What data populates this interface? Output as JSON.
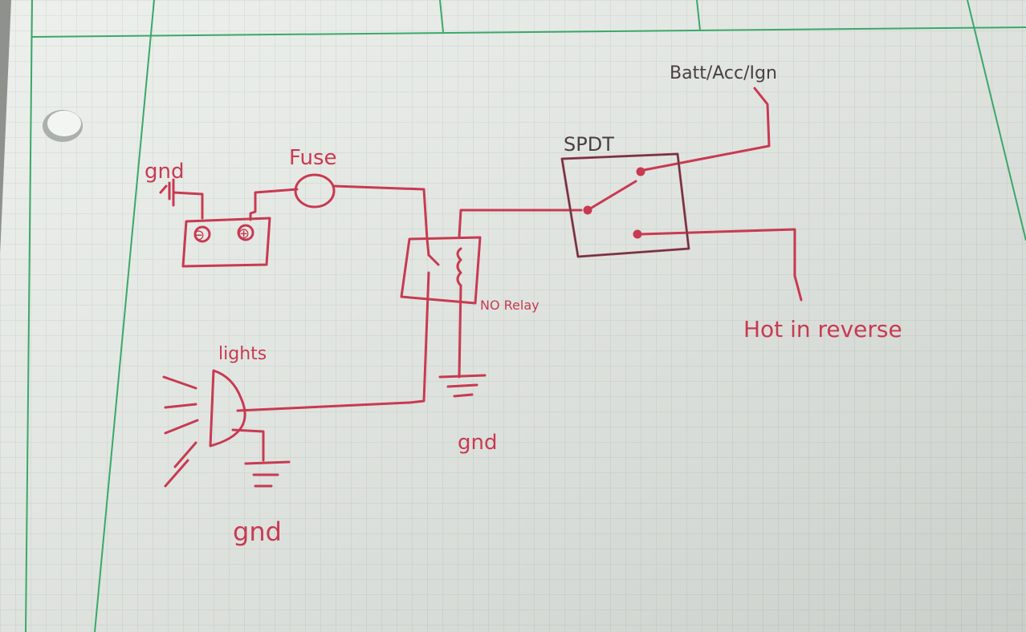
{
  "labels": {
    "ground_top_left": "gnd",
    "fuse": "Fuse",
    "battery_negative": "⊖",
    "battery_positive": "⊕",
    "relay": "NO Relay",
    "relay_ground": "gnd",
    "lights": "lights",
    "lights_ground": "gnd",
    "switch": "SPDT",
    "switch_input": "Batt/Acc/Ign",
    "switch_output": "Hot in reverse"
  },
  "colors": {
    "ink_red": "#c83a52",
    "ink_dark": "#4a3f45",
    "paper": "#e9ede8",
    "grid_minor": "#c9d3cc",
    "grid_major": "#3aa86a"
  }
}
